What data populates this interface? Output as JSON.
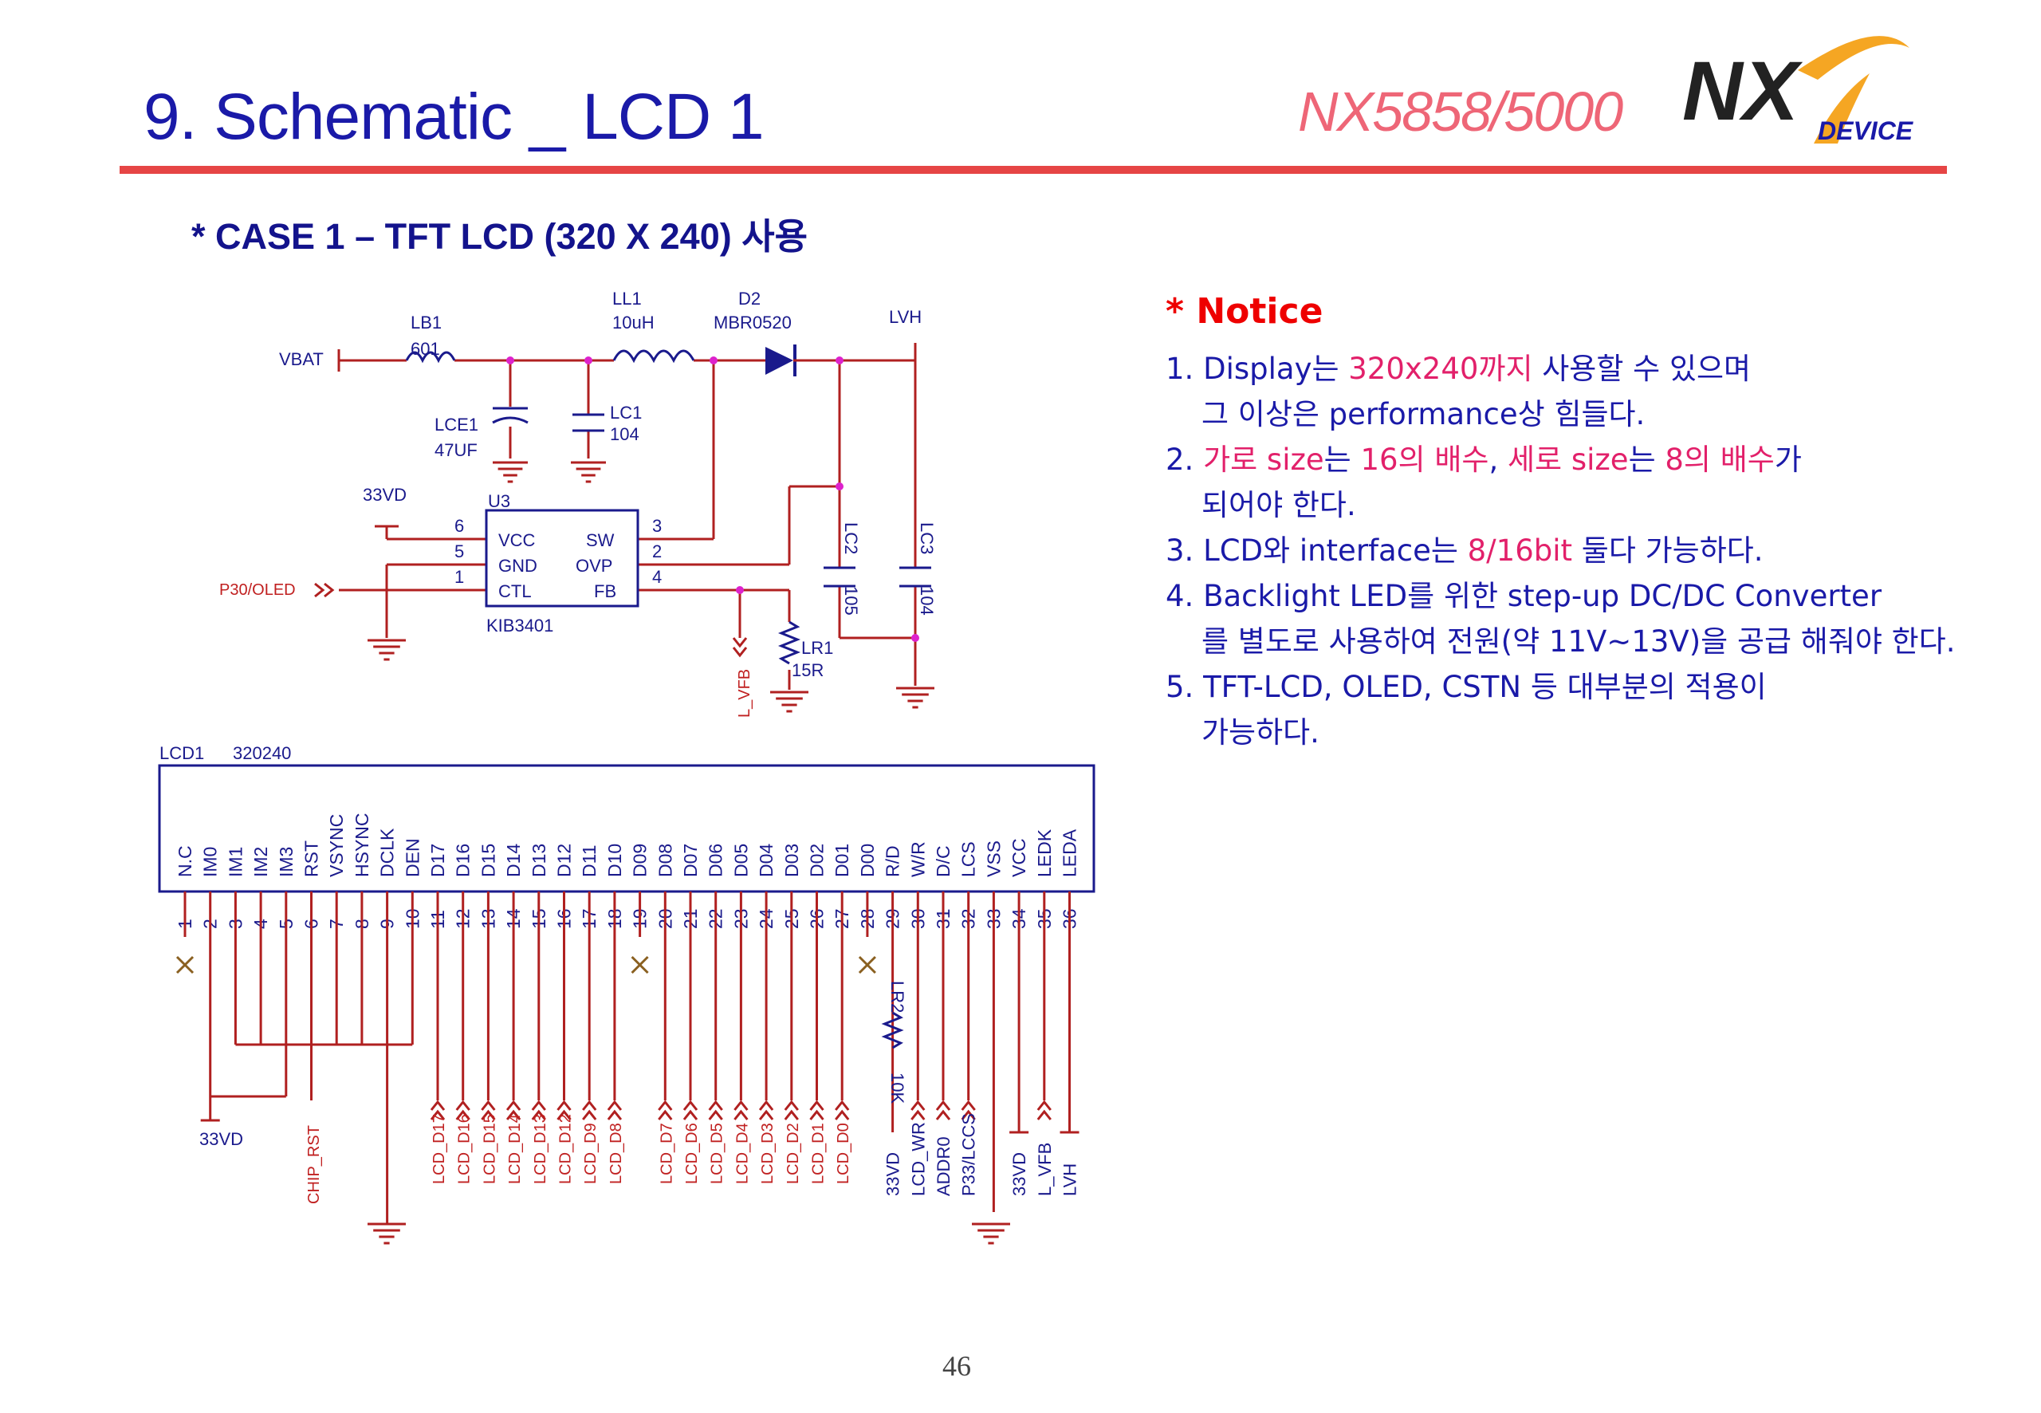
{
  "header": {
    "title": "9. Schematic _ LCD 1",
    "model": "NX5858/5000",
    "logo_text": "NX",
    "logo_sub": "DEVICE"
  },
  "subtitle": "* CASE 1 – TFT LCD (320 X 240) 사용",
  "notice": {
    "title": "* Notice",
    "items": [
      {
        "num": "1. ",
        "parts": [
          {
            "t": "Display는 "
          },
          {
            "t": "320x240까지",
            "hl": true
          },
          {
            "t": " 사용할 수 있으며"
          }
        ],
        "cont": "그 이상은 performance상 힘들다."
      },
      {
        "num": "2. ",
        "parts": [
          {
            "t": "가로 size",
            "hl": true
          },
          {
            "t": "는 "
          },
          {
            "t": "16의 배수",
            "hl": true
          },
          {
            "t": ", "
          },
          {
            "t": "세로 size",
            "hl": true
          },
          {
            "t": "는 "
          },
          {
            "t": "8의 배수",
            "hl": true
          },
          {
            "t": "가"
          }
        ],
        "cont": "되어야 한다."
      },
      {
        "num": "3. ",
        "parts": [
          {
            "t": "LCD와 interface는 "
          },
          {
            "t": "8/16bit",
            "hl": true
          },
          {
            "t": " 둘다 가능하다."
          }
        ],
        "cont": ""
      },
      {
        "num": "4. ",
        "parts": [
          {
            "t": "Backlight LED를 위한 step-up DC/DC Converter"
          }
        ],
        "cont": "를 별도로 사용하여 전원(약 11V~13V)을 공급 해줘야 한다."
      },
      {
        "num": "5. ",
        "parts": [
          {
            "t": "TFT-LCD, OLED, CSTN 등 대부분의 적용이"
          }
        ],
        "cont": "가능하다."
      }
    ]
  },
  "schematic": {
    "labels": {
      "vbat": "VBAT",
      "lb1": "LB1",
      "lb1_val": "601",
      "ll1": "LL1",
      "ll1_val": "10uH",
      "d2": "D2",
      "d2_val": "MBR0520",
      "lvh": "LVH",
      "lce1": "LCE1",
      "lce1_val": "47UF",
      "lc1": "LC1",
      "lc1_val": "104",
      "v33": "33VD",
      "u3": "U3",
      "u3_part": "KIB3401",
      "pin_vcc": "VCC",
      "pin_gnd": "GND",
      "pin_ctl": "CTL",
      "pin_sw": "SW",
      "pin_ovp": "OVP",
      "pin_fb": "FB",
      "p30": "P30/OLED",
      "lc2": "LC2",
      "lc2_val": "105",
      "lc3": "LC3",
      "lc3_val": "104",
      "lr1": "LR1",
      "lr1_val": "15R",
      "l_vfb": "L_VFB",
      "lcd1": "LCD1",
      "lcd1_part": "320240",
      "lr2": "LR2",
      "lr2_val": "10K",
      "chip_rst": "CHIP_RST",
      "v33b": "33VD"
    },
    "u3_pin_nums": [
      "6",
      "5",
      "1",
      "3",
      "2",
      "4"
    ],
    "lcd_pins": [
      "N.C",
      "IM0",
      "IM1",
      "IM2",
      "IM3",
      "RST",
      "VSYNC",
      "HSYNC",
      "DCLK",
      "DEN",
      "D17",
      "D16",
      "D15",
      "D14",
      "D13",
      "D12",
      "D11",
      "D10",
      "D09",
      "D08",
      "D07",
      "D06",
      "D05",
      "D04",
      "D03",
      "D02",
      "D01",
      "D00",
      "R/D",
      "W/R",
      "D/C",
      "LCS",
      "VSS",
      "VCC",
      "LEDK",
      "LEDA"
    ],
    "pin_numbers": [
      "1",
      "2",
      "3",
      "4",
      "5",
      "6",
      "7",
      "8",
      "9",
      "10",
      "11",
      "12",
      "13",
      "14",
      "15",
      "16",
      "17",
      "18",
      "19",
      "20",
      "21",
      "22",
      "23",
      "24",
      "25",
      "26",
      "27",
      "28",
      "29",
      "30",
      "31",
      "32",
      "33",
      "34",
      "35",
      "36"
    ],
    "net_labels_a": [
      "LCD_D17",
      "LCD_D16",
      "LCD_D15",
      "LCD_D14",
      "LCD_D13",
      "LCD_D12",
      "LCD_D9",
      "LCD_D8"
    ],
    "net_labels_b": [
      "LCD_D7",
      "LCD_D6",
      "LCD_D5",
      "LCD_D4",
      "LCD_D3",
      "LCD_D2",
      "LCD_D1",
      "LCD_D0"
    ],
    "net_labels_c": [
      "33VD",
      "LCD_WR",
      "ADDR0",
      "P33/LCCS"
    ],
    "net_labels_d": [
      "33VD",
      "L_VFB",
      "LVH"
    ]
  },
  "page_number": "46",
  "colors": {
    "title": "#1a1aa8",
    "accent_red": "#e64545",
    "wire": "#b02020",
    "component": "#1a1aa8",
    "junction": "#dd22cc",
    "highlight": "#e2206a"
  }
}
